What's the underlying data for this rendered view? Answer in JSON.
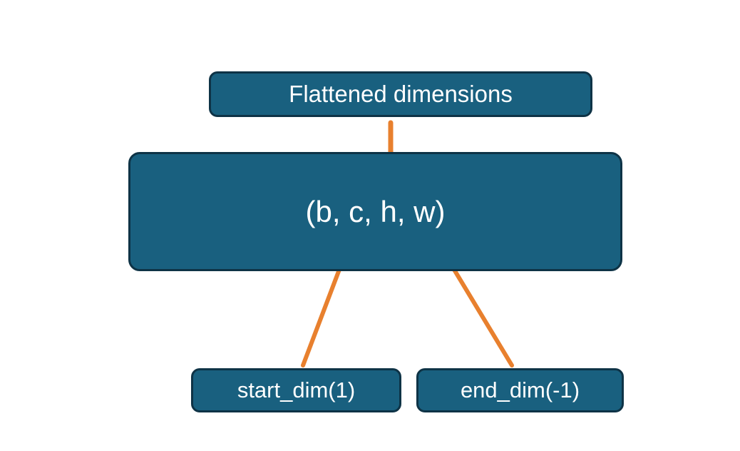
{
  "diagram": {
    "top_box": {
      "label": "Flattened dimensions"
    },
    "main_box": {
      "label": "(b, c, h, w)"
    },
    "bottom_left_box": {
      "label": "start_dim(1)"
    },
    "bottom_right_box": {
      "label": "end_dim(-1)"
    }
  },
  "colors": {
    "box_fill": "#19607f",
    "box_border": "#0e3346",
    "text": "#ffffff",
    "accent": "#e8802e",
    "background": "#ffffff"
  }
}
